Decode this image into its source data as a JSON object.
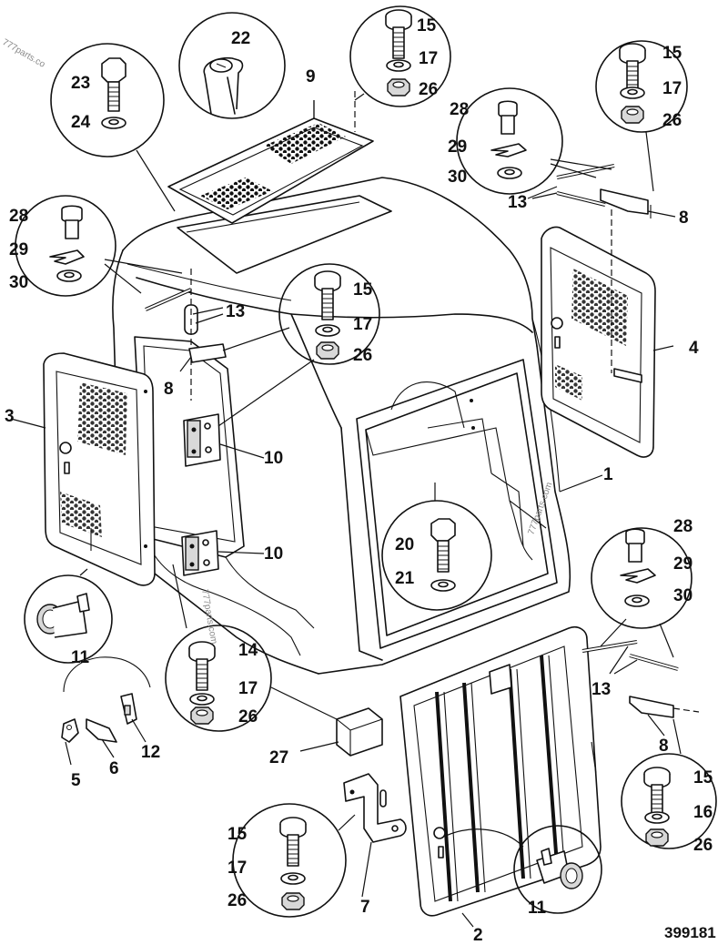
{
  "figure_number": "399181",
  "watermarks": [
    "777parts.com",
    "777parts.com",
    "777parts.co"
  ],
  "callouts": [
    {
      "id": "c22",
      "text": "22"
    },
    {
      "id": "c9",
      "text": "9"
    },
    {
      "id": "c23",
      "text": "23"
    },
    {
      "id": "c24",
      "text": "24"
    },
    {
      "id": "c15a",
      "text": "15"
    },
    {
      "id": "c17a",
      "text": "17"
    },
    {
      "id": "c26a",
      "text": "26"
    },
    {
      "id": "c15b",
      "text": "15"
    },
    {
      "id": "c17b",
      "text": "17"
    },
    {
      "id": "c26b",
      "text": "26"
    },
    {
      "id": "c28a",
      "text": "28"
    },
    {
      "id": "c29a",
      "text": "29"
    },
    {
      "id": "c30a",
      "text": "30"
    },
    {
      "id": "c13a",
      "text": "13"
    },
    {
      "id": "c8a",
      "text": "8"
    },
    {
      "id": "c28b",
      "text": "28"
    },
    {
      "id": "c29b",
      "text": "29"
    },
    {
      "id": "c30b",
      "text": "30"
    },
    {
      "id": "c13b",
      "text": "13"
    },
    {
      "id": "c8b",
      "text": "8"
    },
    {
      "id": "c15c",
      "text": "15"
    },
    {
      "id": "c17c",
      "text": "17"
    },
    {
      "id": "c26c",
      "text": "26"
    },
    {
      "id": "c4",
      "text": "4"
    },
    {
      "id": "c3",
      "text": "3"
    },
    {
      "id": "c10a",
      "text": "10"
    },
    {
      "id": "c10b",
      "text": "10"
    },
    {
      "id": "c1",
      "text": "1"
    },
    {
      "id": "c20",
      "text": "20"
    },
    {
      "id": "c21",
      "text": "21"
    },
    {
      "id": "c28c",
      "text": "28"
    },
    {
      "id": "c29c",
      "text": "29"
    },
    {
      "id": "c30c",
      "text": "30"
    },
    {
      "id": "c13c",
      "text": "13"
    },
    {
      "id": "c8c",
      "text": "8"
    },
    {
      "id": "c11a",
      "text": "11"
    },
    {
      "id": "c5",
      "text": "5"
    },
    {
      "id": "c6",
      "text": "6"
    },
    {
      "id": "c12",
      "text": "12"
    },
    {
      "id": "c14",
      "text": "14"
    },
    {
      "id": "c17d",
      "text": "17"
    },
    {
      "id": "c26d",
      "text": "26"
    },
    {
      "id": "c27",
      "text": "27"
    },
    {
      "id": "c15d",
      "text": "15"
    },
    {
      "id": "c16",
      "text": "16"
    },
    {
      "id": "c26e",
      "text": "26"
    },
    {
      "id": "c15e",
      "text": "15"
    },
    {
      "id": "c17e",
      "text": "17"
    },
    {
      "id": "c26f",
      "text": "26"
    },
    {
      "id": "c7",
      "text": "7"
    },
    {
      "id": "c11b",
      "text": "11"
    },
    {
      "id": "c2",
      "text": "2"
    }
  ]
}
